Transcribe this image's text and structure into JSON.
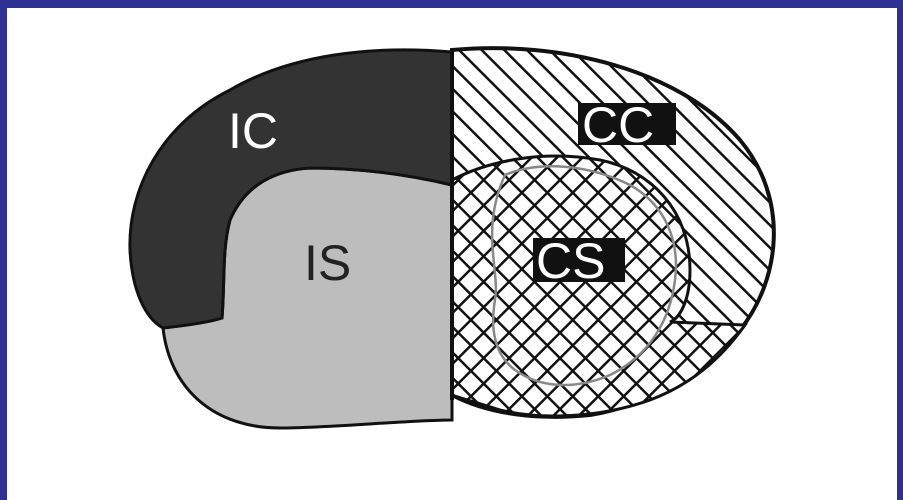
{
  "regions": [
    {
      "key": "ic",
      "label": "IC",
      "fill": "#333333",
      "text_color": "#ffffff",
      "pattern": "solid"
    },
    {
      "key": "is",
      "label": "IS",
      "fill": "#bdbdbd",
      "text_color": "#222222",
      "pattern": "solid"
    },
    {
      "key": "cc",
      "label": "CC",
      "fill": "#ffffff",
      "text_color": "#ffffff",
      "pattern": "diagonal-hatch"
    },
    {
      "key": "cs",
      "label": "CS",
      "fill": "#ffffff",
      "text_color": "#ffffff",
      "pattern": "cross-hatch"
    }
  ],
  "colors": {
    "border": "#2e3192",
    "background": "#ffffff",
    "outline": "#111111"
  }
}
